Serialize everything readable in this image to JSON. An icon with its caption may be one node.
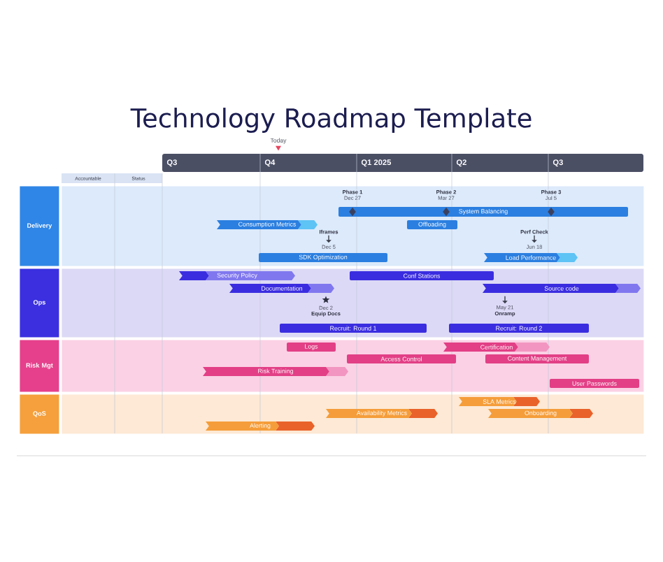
{
  "diagram": {
    "title": "Technology Roadmap Template",
    "nodes": [
      {
        "text": [
          "Delivery"
        ]
      },
      {
        "text": [
          "Phase 1",
          "Dec 27"
        ],
        "in": 0
      },
      {
        "text": [
          "Phase 2",
          "Mar 27"
        ],
        "in": 0
      },
      {
        "text": [
          "Phase 3",
          "Jul 5"
        ],
        "in": 0
      },
      {
        "text": [
          "System Balancing"
        ],
        "in": 0
      },
      {
        "text": [
          "Consumption Metrics"
        ],
        "in": 0
      },
      {
        "text": [
          "Offloading"
        ],
        "in": 0
      },
      {
        "text": [
          "Iframes",
          "Dec 5"
        ],
        "in": 0
      },
      {
        "text": [
          "Perf Check",
          "Jun 18"
        ],
        "in": 0
      },
      {
        "text": [
          "SDK Optimization"
        ],
        "in": 0
      },
      {
        "text": [
          "Load Performance"
        ],
        "in": 0
      },
      {
        "text": [
          "Ops"
        ]
      },
      {
        "text": [
          "Security Policy"
        ],
        "in": 11
      },
      {
        "text": [
          "Conf Stations"
        ],
        "in": 11
      },
      {
        "text": [
          "Documentation"
        ],
        "in": 11
      },
      {
        "text": [
          "Source code"
        ],
        "in": 11
      },
      {
        "text": [
          "Dec 2",
          "Equip Docs"
        ],
        "in": 11
      },
      {
        "text": [
          "May 21",
          "Onramp"
        ],
        "in": 11
      },
      {
        "text": [
          "Recruit: Round 1"
        ],
        "in": 11
      },
      {
        "text": [
          "Recruit: Round 2"
        ],
        "in": 11
      },
      {
        "text": [
          "Risk Mgt"
        ]
      },
      {
        "text": [
          "Logs"
        ],
        "in": 20
      },
      {
        "text": [
          "Certification"
        ],
        "in": 20
      },
      {
        "text": [
          "Access Control"
        ],
        "in": 20
      },
      {
        "text": [
          "Content Management"
        ],
        "in": 20
      },
      {
        "text": [
          "Risk Training"
        ],
        "in": 20
      },
      {
        "text": [
          "User Passwords"
        ],
        "in": 20
      },
      {
        "text": [
          "QoS"
        ]
      },
      {
        "text": [
          "SLA Metrics"
        ],
        "in": 27
      },
      {
        "text": [
          "Availability Metrics"
        ],
        "in": 27
      },
      {
        "text": [
          "Onboarding"
        ],
        "in": 27
      },
      {
        "text": [
          "Alerting"
        ],
        "in": 27
      }
    ],
    "labels": [
      "Today",
      "Q3",
      "Q4",
      "Q1 2025",
      "Q2",
      "Q3",
      "Accountable",
      "Status"
    ]
  }
}
